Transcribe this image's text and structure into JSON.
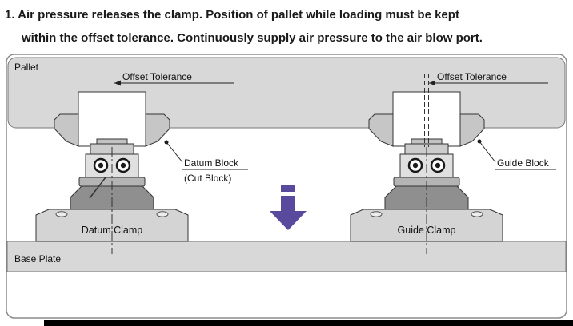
{
  "heading": {
    "line1": "1. Air pressure releases the clamp. Position of pallet while loading must be kept",
    "line2": "within the offset tolerance. Continuously supply air pressure to the air blow port."
  },
  "diagram": {
    "pallet_label": "Pallet",
    "base_plate_label": "Base Plate",
    "left": {
      "offset_tolerance_label": "Offset Tolerance",
      "block_label_line1": "Datum Block",
      "block_label_line2": "(Cut Block)",
      "clamp_label": "Datum Clamp"
    },
    "right": {
      "offset_tolerance_label": "Offset Tolerance",
      "block_label_line1": "Guide Block",
      "clamp_label": "Guide Clamp"
    },
    "colors": {
      "arrow": "#5a4a9e",
      "pallet_fill": "#d8d8d8",
      "base_plate_fill": "#d8d8d8",
      "frame_stroke": "#8c8c8c"
    }
  }
}
